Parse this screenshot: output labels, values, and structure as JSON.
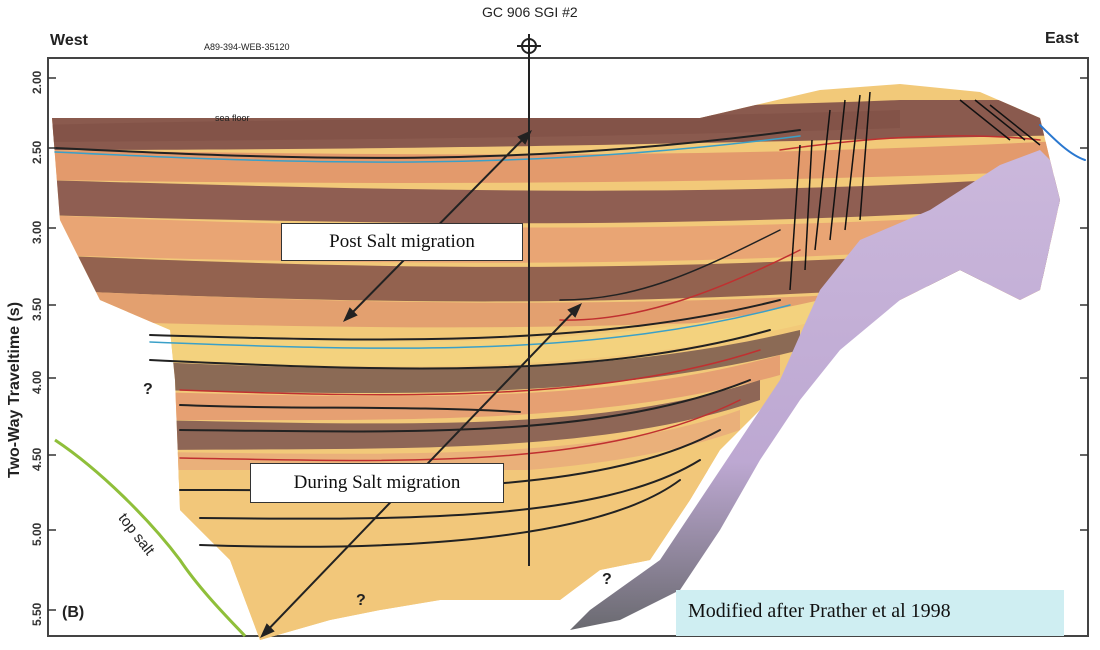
{
  "header": {
    "west": "West",
    "east": "East",
    "well": "GC 906 SGI #2",
    "line_id": "A89-394-WEB-35120"
  },
  "axis": {
    "ylabel": "Two-Way Traveltime (s)",
    "ticks": [
      "2.00",
      "2.50",
      "3.00",
      "3.50",
      "4.00",
      "4.50",
      "5.00",
      "5.50"
    ]
  },
  "labels": {
    "sea_floor": "sea floor",
    "top_salt": "top salt",
    "panel": "(B)",
    "q1": "?",
    "q2": "?",
    "q3": "?"
  },
  "callouts": {
    "post_salt": "Post Salt migration",
    "during_salt": "During Salt migration"
  },
  "credit": "Modified after Prather et al 1998",
  "colors": {
    "brown": "#8a5a4e",
    "orange": "#e8a070",
    "yellow": "#f3cf72",
    "salt": "#cbb8dc",
    "top_salt_line": "#8fbf3a"
  }
}
